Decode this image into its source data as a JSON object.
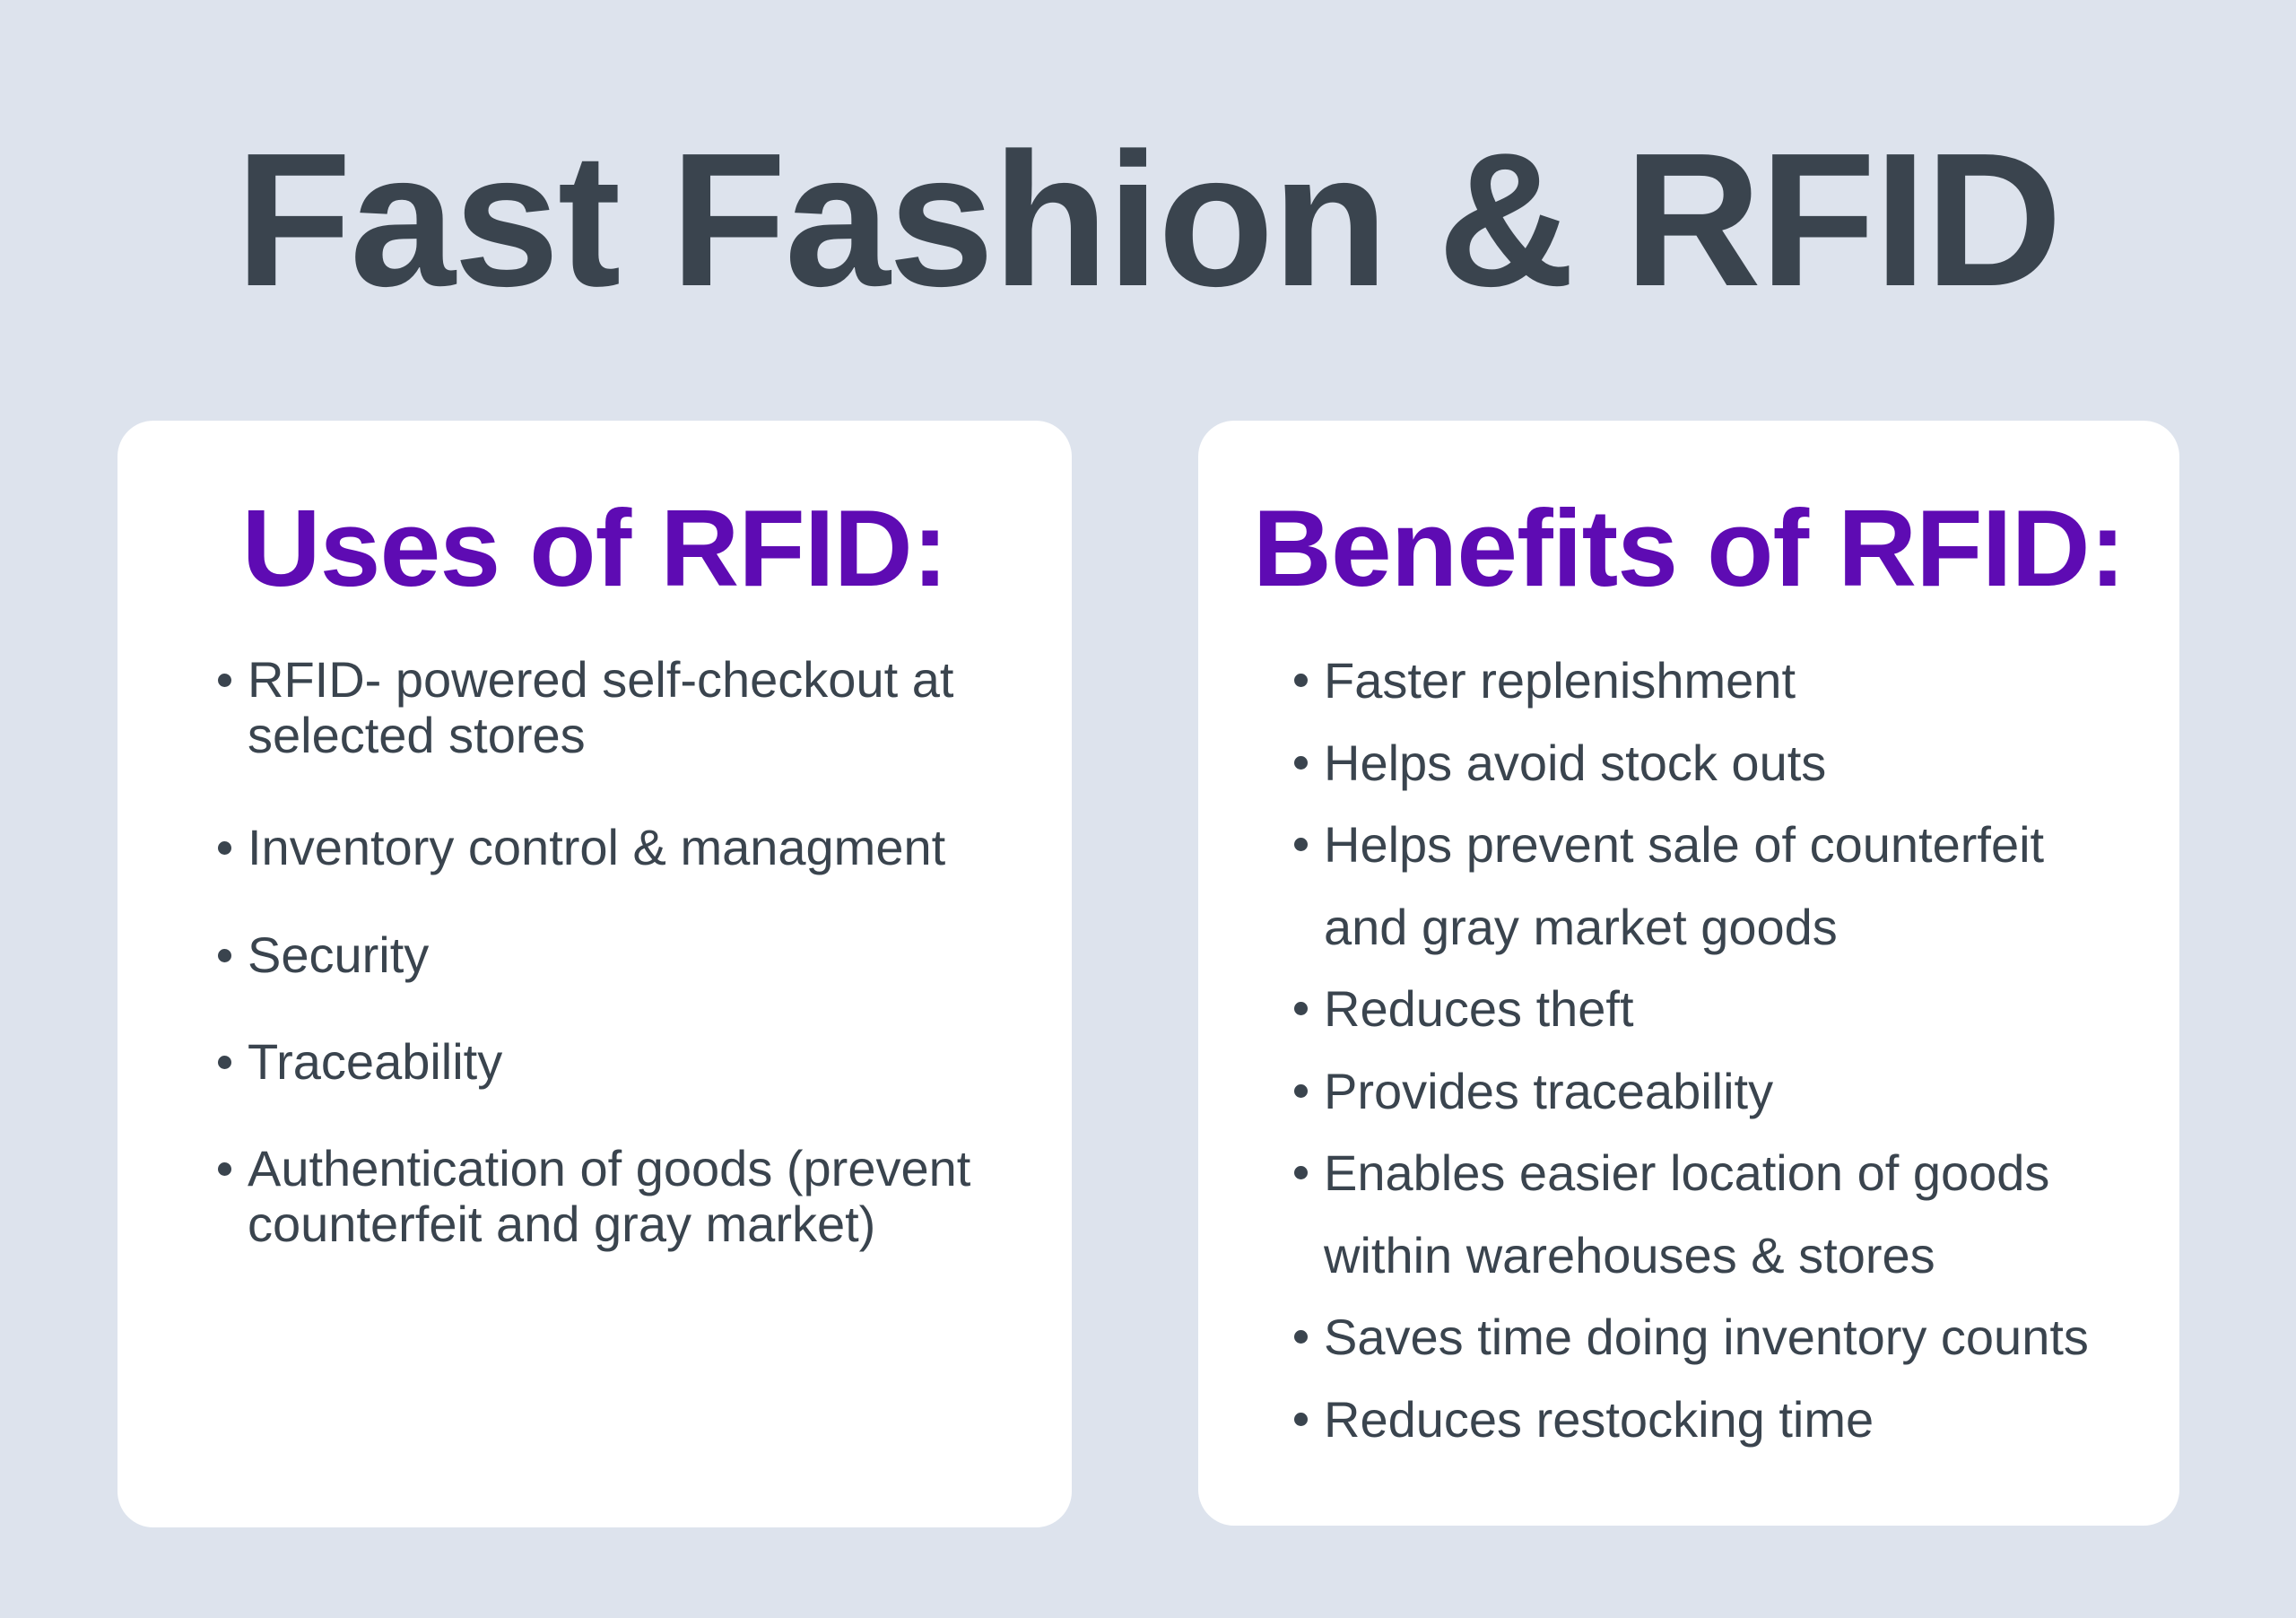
{
  "title": "Fast Fashion & RFID",
  "colors": {
    "background": "#dde3ed",
    "heading": "#5e0bb3",
    "text": "#3a444e",
    "card": "#ffffff"
  },
  "uses": {
    "heading": "Uses of RFID:",
    "items": [
      {
        "lines": [
          "RFID- powered self-checkout at",
          "selected stores"
        ]
      },
      {
        "lines": [
          "Inventory control & managment"
        ]
      },
      {
        "lines": [
          "Security"
        ]
      },
      {
        "lines": [
          "Traceability"
        ]
      },
      {
        "lines": [
          "Authentication of goods (prevent",
          "counterfeit and gray market)"
        ]
      }
    ]
  },
  "benefits": {
    "heading": "Benefits of RFID:",
    "items": [
      {
        "lines": [
          "Faster replenishment"
        ]
      },
      {
        "lines": [
          "Helps avoid stock outs"
        ]
      },
      {
        "lines": [
          "Helps prevent sale of counterfeit",
          "and gray market goods"
        ]
      },
      {
        "lines": [
          "Reduces theft"
        ]
      },
      {
        "lines": [
          "Provides traceability"
        ]
      },
      {
        "lines": [
          "Enables easier location of goods",
          "within warehouses & stores"
        ]
      },
      {
        "lines": [
          "Saves time doing inventory counts"
        ]
      },
      {
        "lines": [
          "Reduces restocking time"
        ]
      }
    ]
  }
}
